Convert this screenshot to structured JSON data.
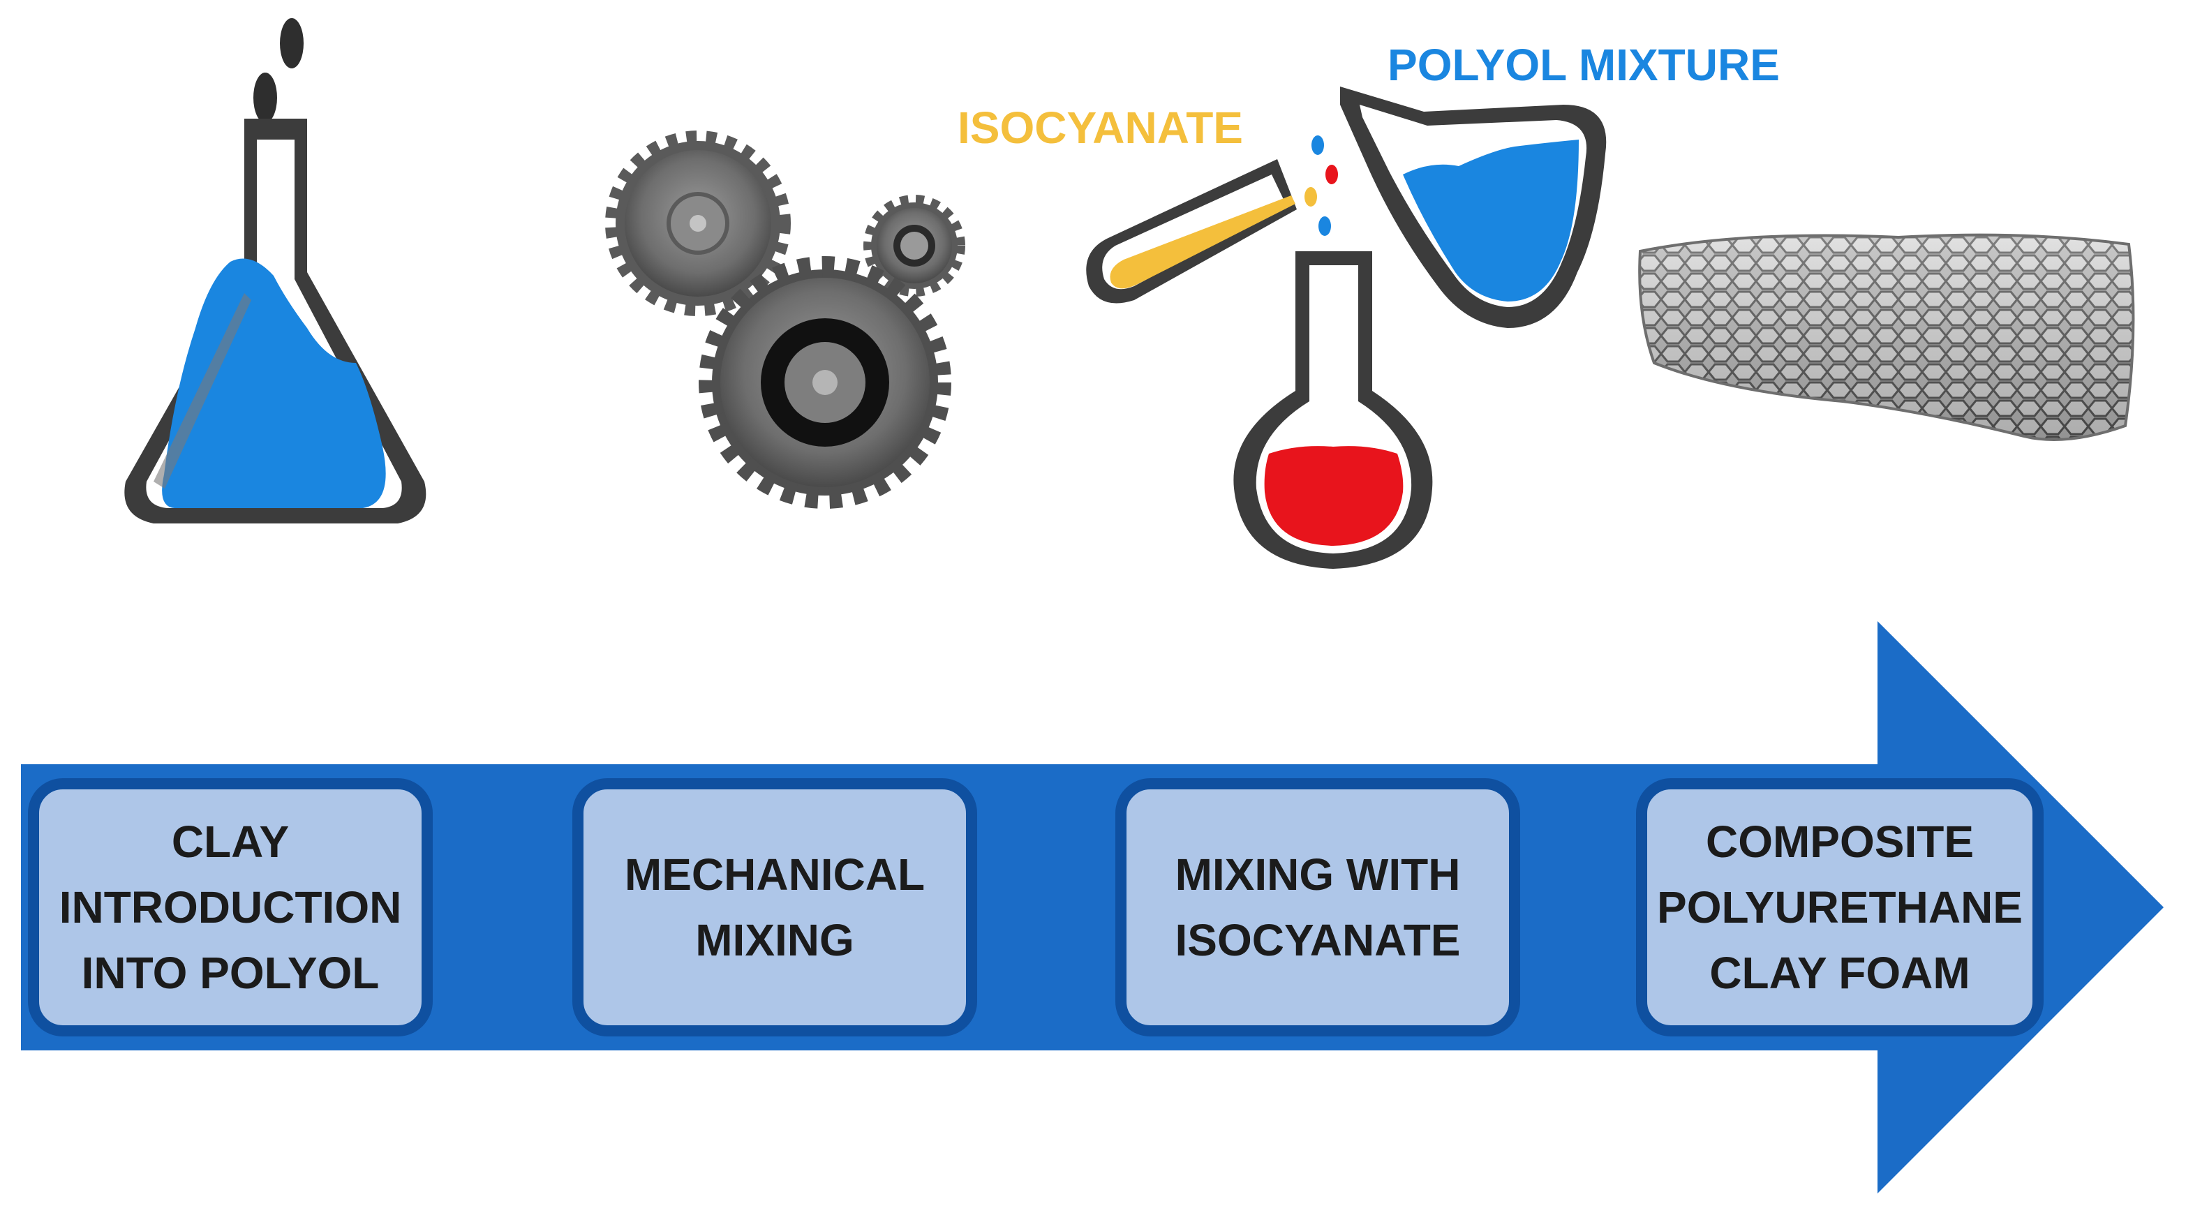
{
  "labels": {
    "isocyanate": "ISOCYANATE",
    "polyol_mixture": "POLYOL MIXTURE"
  },
  "steps": [
    {
      "text": "CLAY\nINTRODUCTION\nINTO POLYOL"
    },
    {
      "text": "MECHANICAL\nMIXING"
    },
    {
      "text": "MIXING WITH\nISOCYANATE"
    },
    {
      "text": "COMPOSITE\nPOLYURETHANE\nCLAY FOAM"
    }
  ],
  "icons": [
    "erlenmeyer-flask-icon",
    "gears-icon",
    "pouring-flasks-icon",
    "foam-block-icon"
  ],
  "colors": {
    "arrow": "#1b6cc7",
    "box_fill": "#aec6e8",
    "box_border": "#0f50a0",
    "polyol_blue": "#1a86e0",
    "isocyanate_yellow": "#f4bf3c",
    "mixture_red": "#e8141c",
    "glass_dark": "#3c3c3c"
  }
}
